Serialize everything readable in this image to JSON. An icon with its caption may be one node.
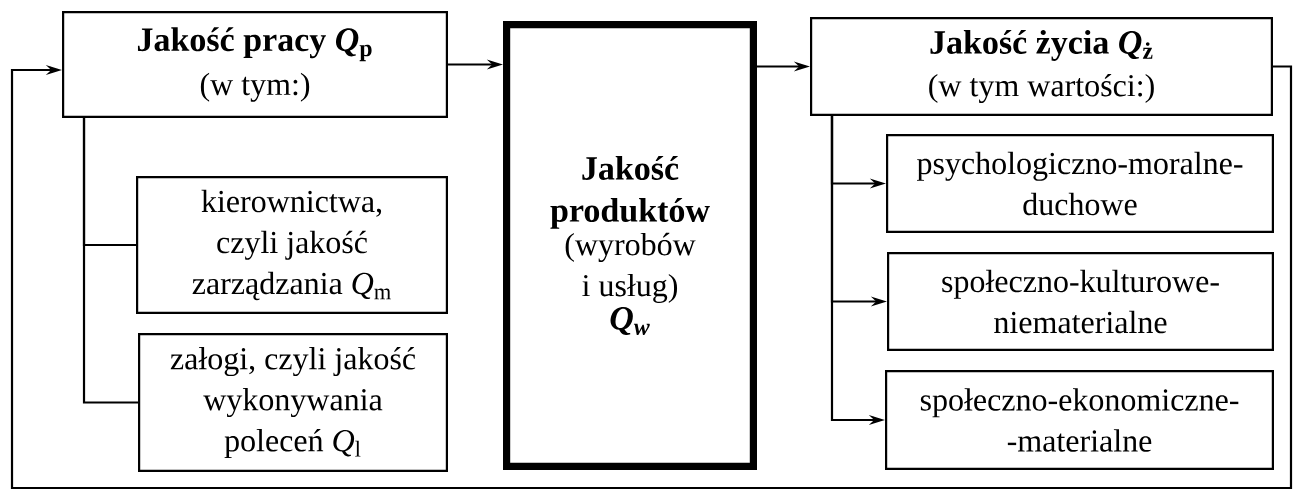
{
  "diagram": {
    "nodes": [
      {
        "text": [
          "Jakość pracy *Q*$_{p}$",
          "(w tym:)"
        ]
      },
      {
        "text": [
          "kierownictwa, czyli jakość zarządzania *Q*$_{m}$"
        ]
      },
      {
        "text": [
          "załogi, czyli jakość wykonywania poleceń *Q*$_{l}$"
        ]
      },
      {
        "text": [
          "Jakość produktów",
          "(wyrobów i usług)",
          "Q$_{w}$"
        ]
      },
      {
        "text": [
          "Jakość życia *Q*$_{ż}$",
          "(w tym wartości:)"
        ]
      },
      {
        "text": [
          "psychologiczno-moralne-duchowe"
        ]
      },
      {
        "text": [
          "społeczno-kulturowe-niematerialne"
        ]
      },
      {
        "text": [
          "społeczno-ekonomiczne- -materialne"
        ]
      }
    ],
    "edges": [
      {
        "from": 0,
        "to": 3,
        "arrow": "to"
      },
      {
        "from": 3,
        "to": 4,
        "arrow": "to"
      },
      {
        "from": 4,
        "to": 5,
        "arrow": "to"
      },
      {
        "from": 4,
        "to": 6,
        "arrow": "to"
      },
      {
        "from": 4,
        "to": 7,
        "arrow": "to"
      },
      {
        "from": 0,
        "to": 1,
        "arrow": "none"
      },
      {
        "from": 0,
        "to": 2,
        "arrow": "none"
      },
      {
        "from": 4,
        "to": 0,
        "arrow": "to"
      }
    ]
  }
}
